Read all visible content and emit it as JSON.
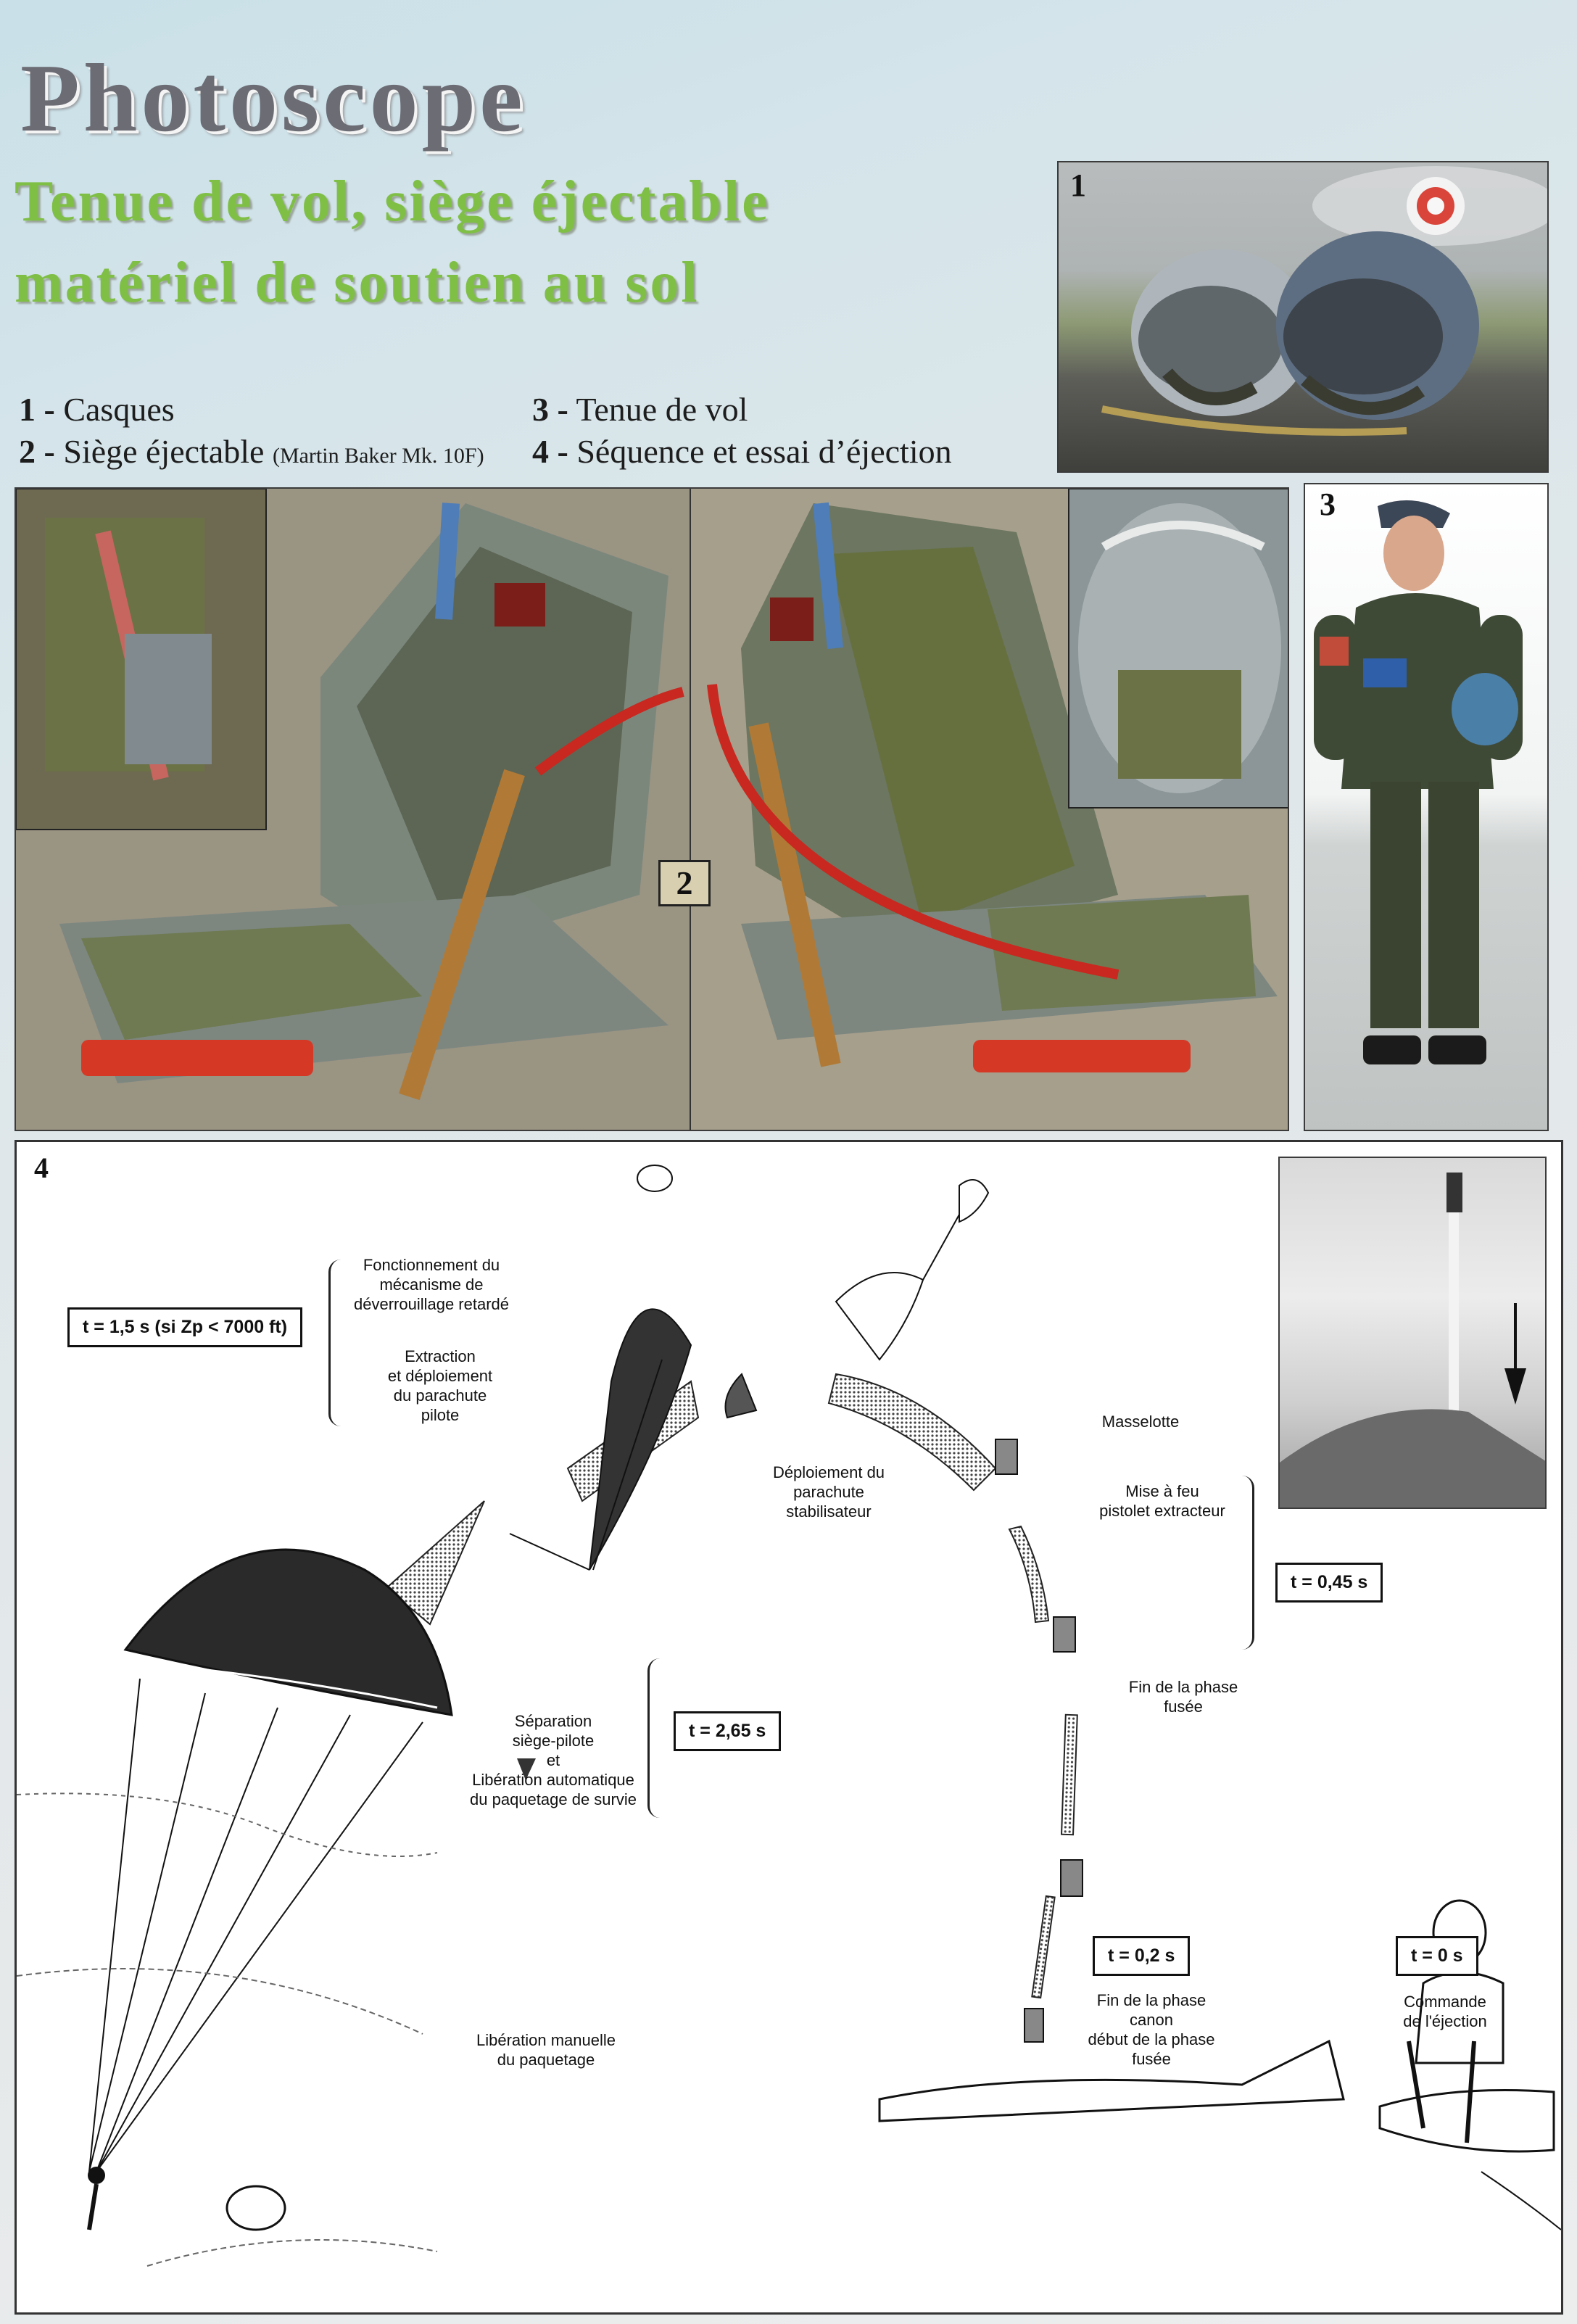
{
  "header": {
    "title": "Photoscope",
    "subtitle_line1": "Tenue de vol, siège éjectable",
    "subtitle_line2": "matériel de soutien au sol"
  },
  "legend": {
    "item1": {
      "num": "1 -",
      "label": "Casques"
    },
    "item2": {
      "num": "2 -",
      "label": "Siège éjectable",
      "note": "(Martin Baker Mk. 10F)"
    },
    "item3": {
      "num": "3 -",
      "label": "Tenue de vol"
    },
    "item4": {
      "num": "4 -",
      "label": "Séquence et essai d’éjection"
    }
  },
  "photos": {
    "p1_num": "1",
    "p2_num": "2",
    "p3_num": "3",
    "p4_num": "4"
  },
  "diagram": {
    "labels": {
      "fonctionnement": "Fonctionnement du\nmécanisme de\ndéverrouillage retardé",
      "extraction": "Extraction\net déploiement\ndu parachute\npilote",
      "deploiement": "Déploiement du\nparachute\nstabilisateur",
      "masselotte": "Masselotte",
      "mise_a_feu": "Mise à feu\npistolet extracteur",
      "fin_fusee": "Fin de la phase\nfusée",
      "separation": "Séparation\nsiège-pilote\net\nLibération automatique\ndu paquetage de survie",
      "liberation_manuelle": "Libération manuelle\ndu paquetage",
      "fin_canon": "Fin de la phase\ncanon\ndébut de la phase\nfusée",
      "commande": "Commande\nde l'éjection"
    },
    "times": {
      "t15": "t = 1,5 s (si Zp < 7000 ft)",
      "t045": "t = 0,45 s",
      "t265": "t = 2,65 s",
      "t02": "t = 0,2 s",
      "t0": "t = 0 s"
    }
  },
  "colors": {
    "title": "#6c6c74",
    "subtitle": "#7fbf46",
    "strap_red": "#c8281f",
    "seat_gray": "#6f7a7a",
    "flight_suit": "#3f4a36"
  }
}
